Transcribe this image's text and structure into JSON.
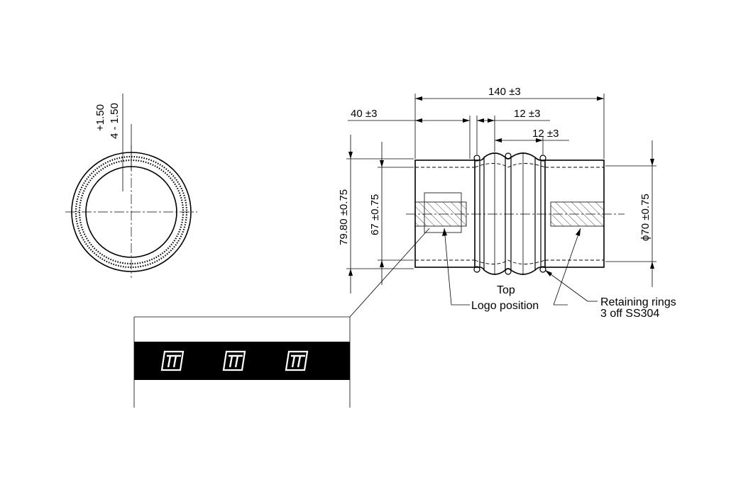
{
  "end_view": {
    "tolerance_upper": "+1.50",
    "tolerance_lower": "4 - 1.50"
  },
  "side_view": {
    "dim_overall_length": "140 ±3",
    "dim_cuff_length": "40 ±3",
    "dim_convolution_pitch_1": "12 ±3",
    "dim_convolution_pitch_2": "12 ±3",
    "dim_outer_height": "79.80 ±0.75",
    "dim_inner_height": "67 ±0.75",
    "dim_diameter": "ϕ70 ±0.75"
  },
  "notes": {
    "top_label": "Top",
    "logo_position_label": "Logo position",
    "retaining_rings_label": "Retaining rings",
    "retaining_rings_spec": "3 off SS304"
  },
  "logo_strip": {
    "logo_glyph": "TT",
    "logo_count": 3,
    "band_color": "#000000",
    "logo_color": "#ffffff"
  }
}
